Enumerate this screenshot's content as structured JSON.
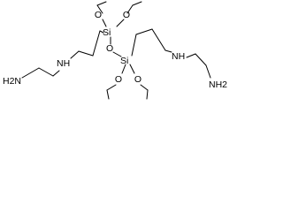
{
  "molecule": {
    "atoms": {
      "nh2_left": "H2N",
      "nh_left": "NH",
      "si_top": "Si",
      "o_bridge": "O",
      "si_bottom": "Si",
      "nh_right": "NH",
      "nh2_right": "NH2"
    }
  },
  "colors": {
    "bond": "#000000",
    "text": "#000000",
    "background": "#ffffff"
  }
}
